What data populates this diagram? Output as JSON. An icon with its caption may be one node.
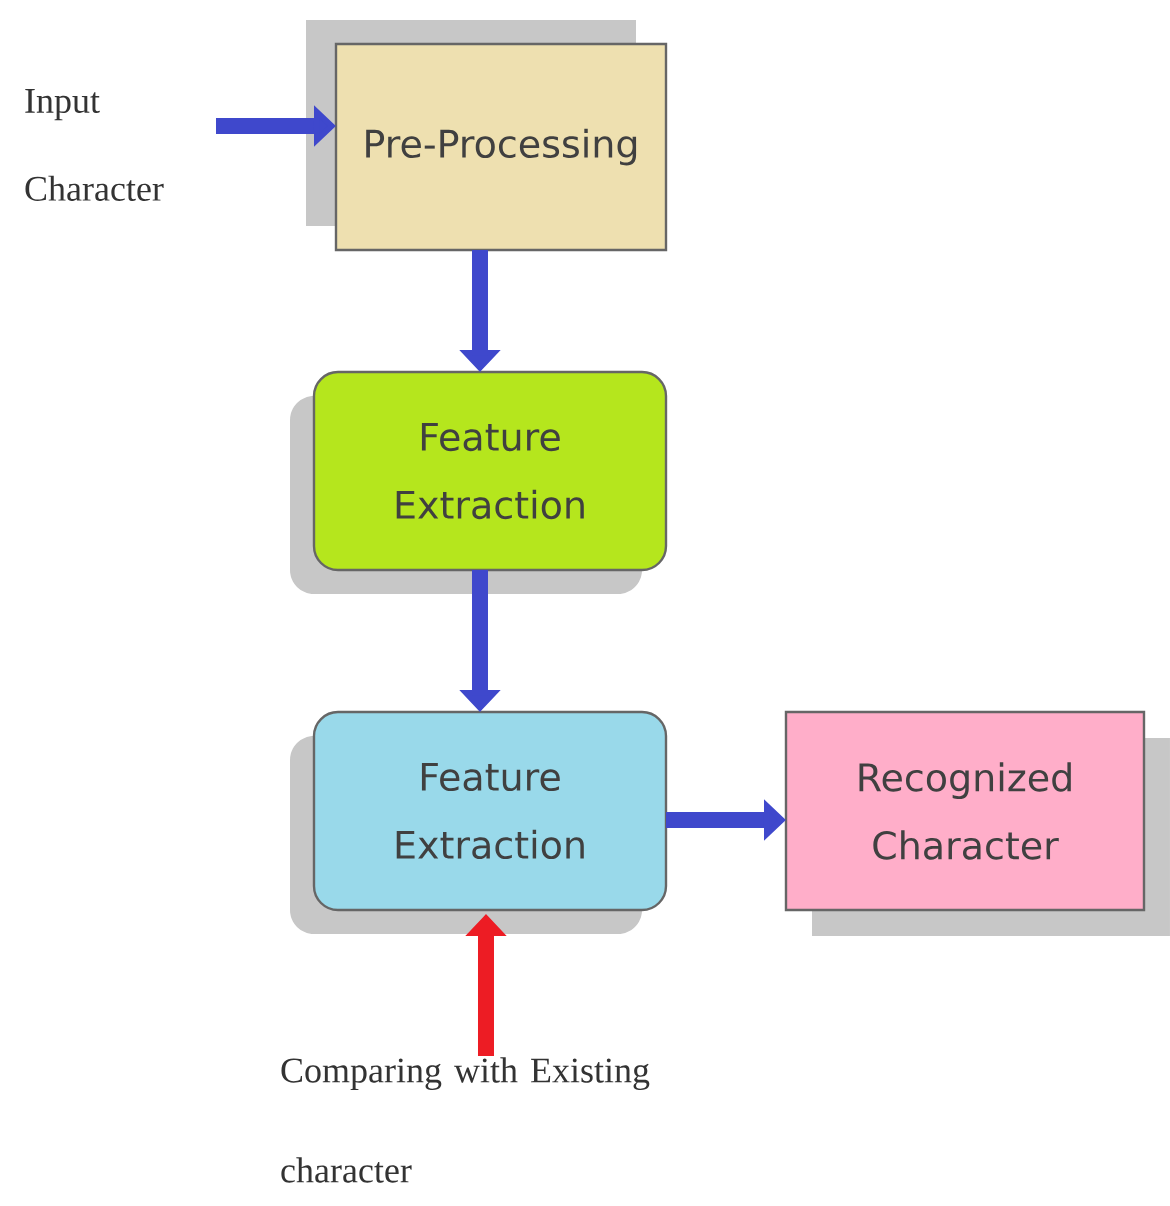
{
  "diagram": {
    "nodes": [
      {
        "text": [
          "Input Character"
        ]
      },
      {
        "text": [
          "Pre-Processing"
        ]
      },
      {
        "text": [
          "Feature Extraction"
        ]
      },
      {
        "text": [
          "Feature Extraction"
        ]
      },
      {
        "text": [
          "Recognized Character"
        ]
      },
      {
        "text": [
          "Comparing with Existing character"
        ]
      }
    ],
    "edges": [
      {
        "from": 0,
        "to": 1,
        "arrow": "to"
      },
      {
        "from": 1,
        "to": 2,
        "arrow": "to"
      },
      {
        "from": 2,
        "to": 3,
        "arrow": "to"
      },
      {
        "from": 3,
        "to": 4,
        "arrow": "to"
      },
      {
        "from": 5,
        "to": 3,
        "arrow": "to",
        "color": "#ed1c24"
      }
    ]
  }
}
